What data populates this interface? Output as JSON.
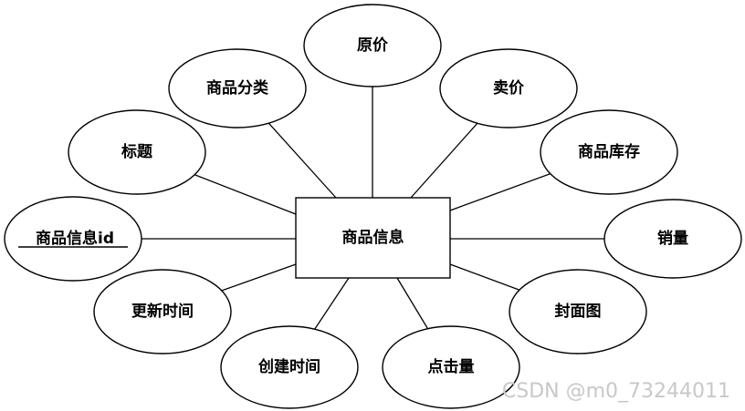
{
  "entity": {
    "label": "商品信息"
  },
  "attributes": [
    {
      "id": "yuanjia",
      "label": "原价"
    },
    {
      "id": "fenlei",
      "label": "商品分类"
    },
    {
      "id": "maijia",
      "label": "卖价"
    },
    {
      "id": "biaoti",
      "label": "标题"
    },
    {
      "id": "kucun",
      "label": "商品库存"
    },
    {
      "id": "xinxi-id",
      "label": "商品信息id",
      "primary_key": true
    },
    {
      "id": "xiaoliang",
      "label": "销量"
    },
    {
      "id": "gengxin",
      "label": "更新时间"
    },
    {
      "id": "fengmian",
      "label": "封面图"
    },
    {
      "id": "chuangjian",
      "label": "创建时间"
    },
    {
      "id": "dianji",
      "label": "点击量"
    }
  ],
  "watermark": "CSDN @m0_73244011"
}
